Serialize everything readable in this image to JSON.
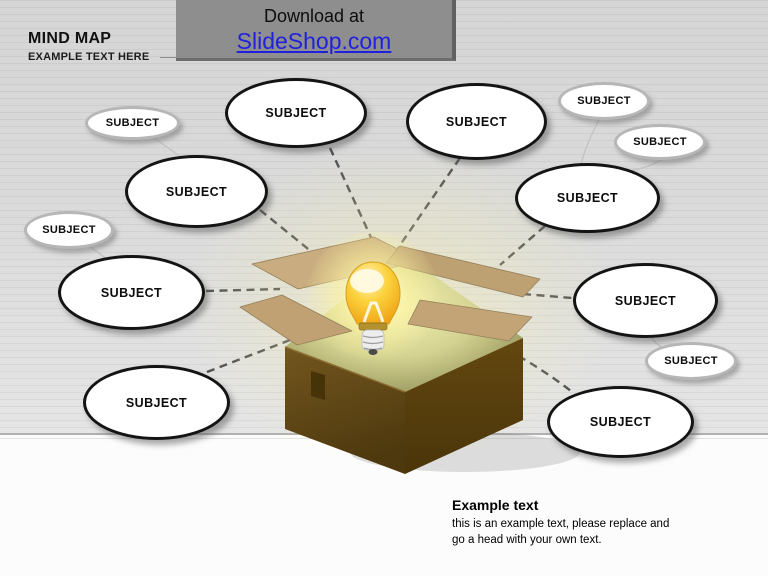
{
  "header": {
    "title": "MIND MAP",
    "subtitle": "EXAMPLE TEXT HERE"
  },
  "banner": {
    "prefix": "Download at",
    "link": "SlideShop.com"
  },
  "mindmap": {
    "center_icon": "open-cardboard-box-with-glowing-lightbulb",
    "major_nodes": [
      {
        "id": "top-left",
        "label": "SUBJECT"
      },
      {
        "id": "top-right",
        "label": "SUBJECT"
      },
      {
        "id": "upper-left",
        "label": "SUBJECT"
      },
      {
        "id": "upper-right",
        "label": "SUBJECT"
      },
      {
        "id": "mid-left",
        "label": "SUBJECT"
      },
      {
        "id": "mid-right",
        "label": "SUBJECT"
      },
      {
        "id": "bottom-left",
        "label": "SUBJECT"
      },
      {
        "id": "bottom-right",
        "label": "SUBJECT"
      }
    ],
    "minor_nodes": [
      {
        "id": "far-top-left",
        "label": "SUBJECT"
      },
      {
        "id": "far-left",
        "label": "SUBJECT"
      },
      {
        "id": "far-top-right",
        "label": "SUBJECT"
      },
      {
        "id": "right-upper",
        "label": "SUBJECT"
      },
      {
        "id": "right-lower",
        "label": "SUBJECT"
      }
    ]
  },
  "caption": {
    "heading": "Example text",
    "line1": "this is an example text, please replace and",
    "line2": "go a head with your own text."
  },
  "colors": {
    "background_gray": "#dbdbdb",
    "bottom_band": "#fcfcfc",
    "banner_bg": "#8e8e8e",
    "link_blue": "#2121dd",
    "node_border_major": "#141414",
    "node_border_minor": "#b6b6b6",
    "dashed_connector": "#3c3c3c",
    "box_face_brown": "#5e4413",
    "box_flap_tan": "#c9ad80",
    "bulb_yellow": "#f7c52a",
    "glow_yellow": "#fdf7b4"
  }
}
